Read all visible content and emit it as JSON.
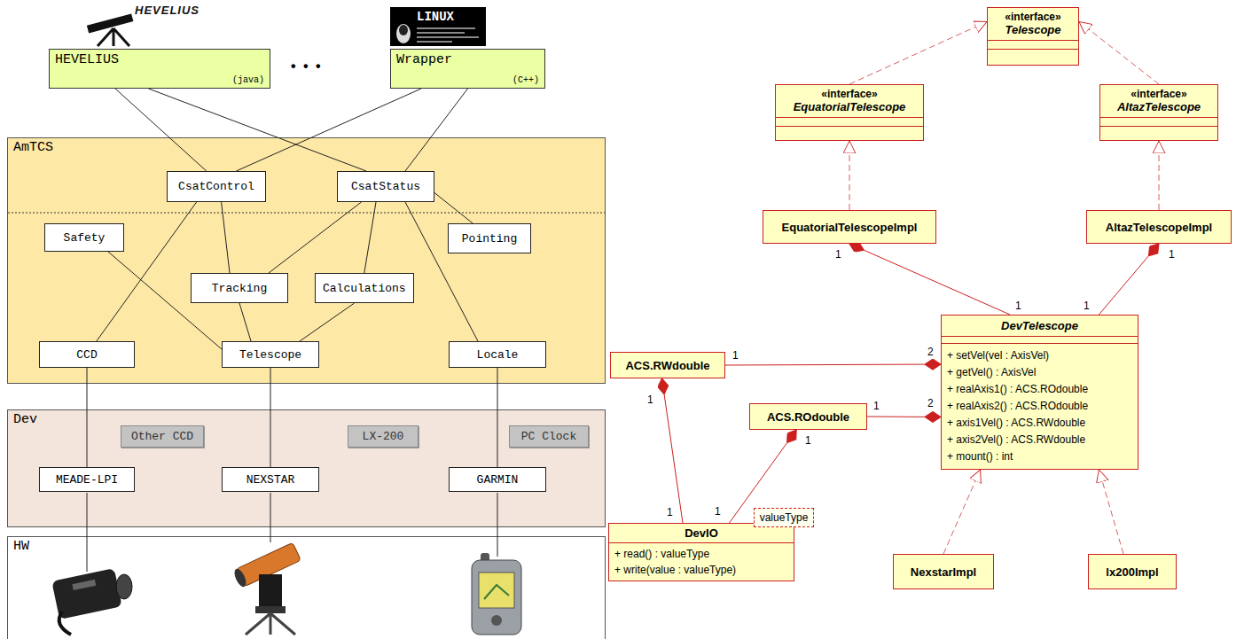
{
  "diagram": {
    "nodes": [
      {
        "text": [
          "HEVELIUS",
          "(java)"
        ]
      },
      {
        "text": [
          "Wrapper",
          "(C++)"
        ]
      },
      {
        "text": [
          "AmTCS"
        ]
      },
      {
        "text": [
          "CsatControl"
        ],
        "in": 2
      },
      {
        "text": [
          "CsatStatus"
        ],
        "in": 2
      },
      {
        "text": [
          "Safety"
        ],
        "in": 2
      },
      {
        "text": [
          "Pointing"
        ],
        "in": 2
      },
      {
        "text": [
          "Tracking"
        ],
        "in": 2
      },
      {
        "text": [
          "Calculations"
        ],
        "in": 2
      },
      {
        "text": [
          "CCD"
        ],
        "in": 2
      },
      {
        "text": [
          "Telescope"
        ],
        "in": 2
      },
      {
        "text": [
          "Locale"
        ],
        "in": 2
      },
      {
        "text": [
          "Dev"
        ]
      },
      {
        "text": [
          "Other CCD"
        ],
        "in": 12
      },
      {
        "text": [
          "LX-200"
        ],
        "in": 12
      },
      {
        "text": [
          "PC Clock"
        ],
        "in": 12
      },
      {
        "text": [
          "MEADE-LPI"
        ],
        "in": 12
      },
      {
        "text": [
          "NEXSTAR"
        ],
        "in": 12
      },
      {
        "text": [
          "GARMIN"
        ],
        "in": 12
      },
      {
        "text": [
          "HW"
        ]
      },
      {
        "text": [
          "«interface»",
          "Telescope"
        ]
      },
      {
        "text": [
          "«interface»",
          "EquatorialTelescope"
        ]
      },
      {
        "text": [
          "«interface»",
          "AltazTelescope"
        ]
      },
      {
        "text": [
          "EquatorialTelescopeImpl"
        ]
      },
      {
        "text": [
          "AltazTelescopeImpl"
        ]
      },
      {
        "text": [
          "ACS.RWdouble"
        ]
      },
      {
        "text": [
          "DevTelescope",
          "+ setVel(vel : AxisVel)",
          "+ getVel() : AxisVel",
          "+ realAxis1() : ACS.ROdouble",
          "+ realAxis2() : ACS.ROdouble",
          "+ axis1Vel() : ACS.RWdouble",
          "+ axis2Vel() : ACS.RWdouble",
          "+ mount() : int"
        ]
      },
      {
        "text": [
          "ACS.ROdouble"
        ]
      },
      {
        "text": [
          "valueType"
        ]
      },
      {
        "text": [
          "DevIO",
          "+ read() : valueType",
          "+ write(value : valueType)"
        ]
      },
      {
        "text": [
          "NexstarImpl"
        ]
      },
      {
        "text": [
          "lx200Impl"
        ]
      }
    ],
    "edges": [
      {
        "from": 0,
        "to": 3,
        "arrow": "none"
      },
      {
        "from": 0,
        "to": 4,
        "arrow": "none"
      },
      {
        "from": 1,
        "to": 3,
        "arrow": "none"
      },
      {
        "from": 1,
        "to": 4,
        "arrow": "none"
      },
      {
        "from": 3,
        "to": 9,
        "arrow": "none"
      },
      {
        "from": 3,
        "to": 7,
        "arrow": "none"
      },
      {
        "from": 4,
        "to": 7,
        "arrow": "none"
      },
      {
        "from": 4,
        "to": 8,
        "arrow": "none"
      },
      {
        "from": 4,
        "to": 11,
        "arrow": "none"
      },
      {
        "from": 4,
        "to": 6,
        "arrow": "none"
      },
      {
        "from": 5,
        "to": 10,
        "arrow": "none"
      },
      {
        "from": 7,
        "to": 10,
        "arrow": "none"
      },
      {
        "from": 8,
        "to": 10,
        "arrow": "none"
      },
      {
        "from": 9,
        "to": 16,
        "arrow": "none"
      },
      {
        "from": 10,
        "to": 17,
        "arrow": "none"
      },
      {
        "from": 11,
        "to": 18,
        "arrow": "none"
      },
      {
        "from": 21,
        "to": 20,
        "arrow": "to"
      },
      {
        "from": 22,
        "to": 20,
        "arrow": "to"
      },
      {
        "from": 23,
        "to": 21,
        "arrow": "to"
      },
      {
        "from": 24,
        "to": 22,
        "arrow": "to"
      },
      {
        "from": 26,
        "to": 23,
        "arrow": "to"
      },
      {
        "from": 26,
        "to": 24,
        "arrow": "to"
      },
      {
        "from": 25,
        "to": 26,
        "arrow": "to"
      },
      {
        "from": 27,
        "to": 26,
        "arrow": "to"
      },
      {
        "from": 29,
        "to": 25,
        "arrow": "to"
      },
      {
        "from": 29,
        "to": 27,
        "arrow": "to"
      },
      {
        "from": 30,
        "to": 26,
        "arrow": "to"
      },
      {
        "from": 31,
        "to": 26,
        "arrow": "to"
      }
    ],
    "labels": [
      "HEVELIUS",
      "LINUX",
      "• • •",
      "1",
      "1",
      "1",
      "1",
      "1",
      "2",
      "1",
      "2",
      "1",
      "1",
      "1",
      "1"
    ]
  }
}
